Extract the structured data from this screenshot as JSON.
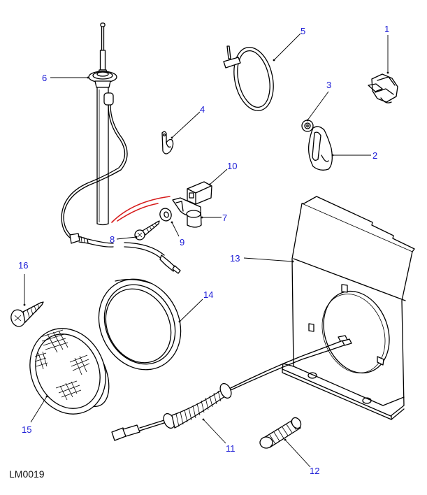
{
  "diagram": {
    "reference_code": "LM0019",
    "accent_color": "#1a1ad6",
    "highlight_color": "#d61a1a",
    "callouts": [
      {
        "id": "1",
        "label": "1"
      },
      {
        "id": "2",
        "label": "2"
      },
      {
        "id": "3",
        "label": "3"
      },
      {
        "id": "4",
        "label": "4"
      },
      {
        "id": "5",
        "label": "5"
      },
      {
        "id": "6",
        "label": "6"
      },
      {
        "id": "7",
        "label": "7"
      },
      {
        "id": "8",
        "label": "8"
      },
      {
        "id": "9",
        "label": "9"
      },
      {
        "id": "10",
        "label": "10"
      },
      {
        "id": "11",
        "label": "11"
      },
      {
        "id": "12",
        "label": "12"
      },
      {
        "id": "13",
        "label": "13"
      },
      {
        "id": "14",
        "label": "14"
      },
      {
        "id": "15",
        "label": "15"
      },
      {
        "id": "16",
        "label": "16"
      }
    ]
  }
}
